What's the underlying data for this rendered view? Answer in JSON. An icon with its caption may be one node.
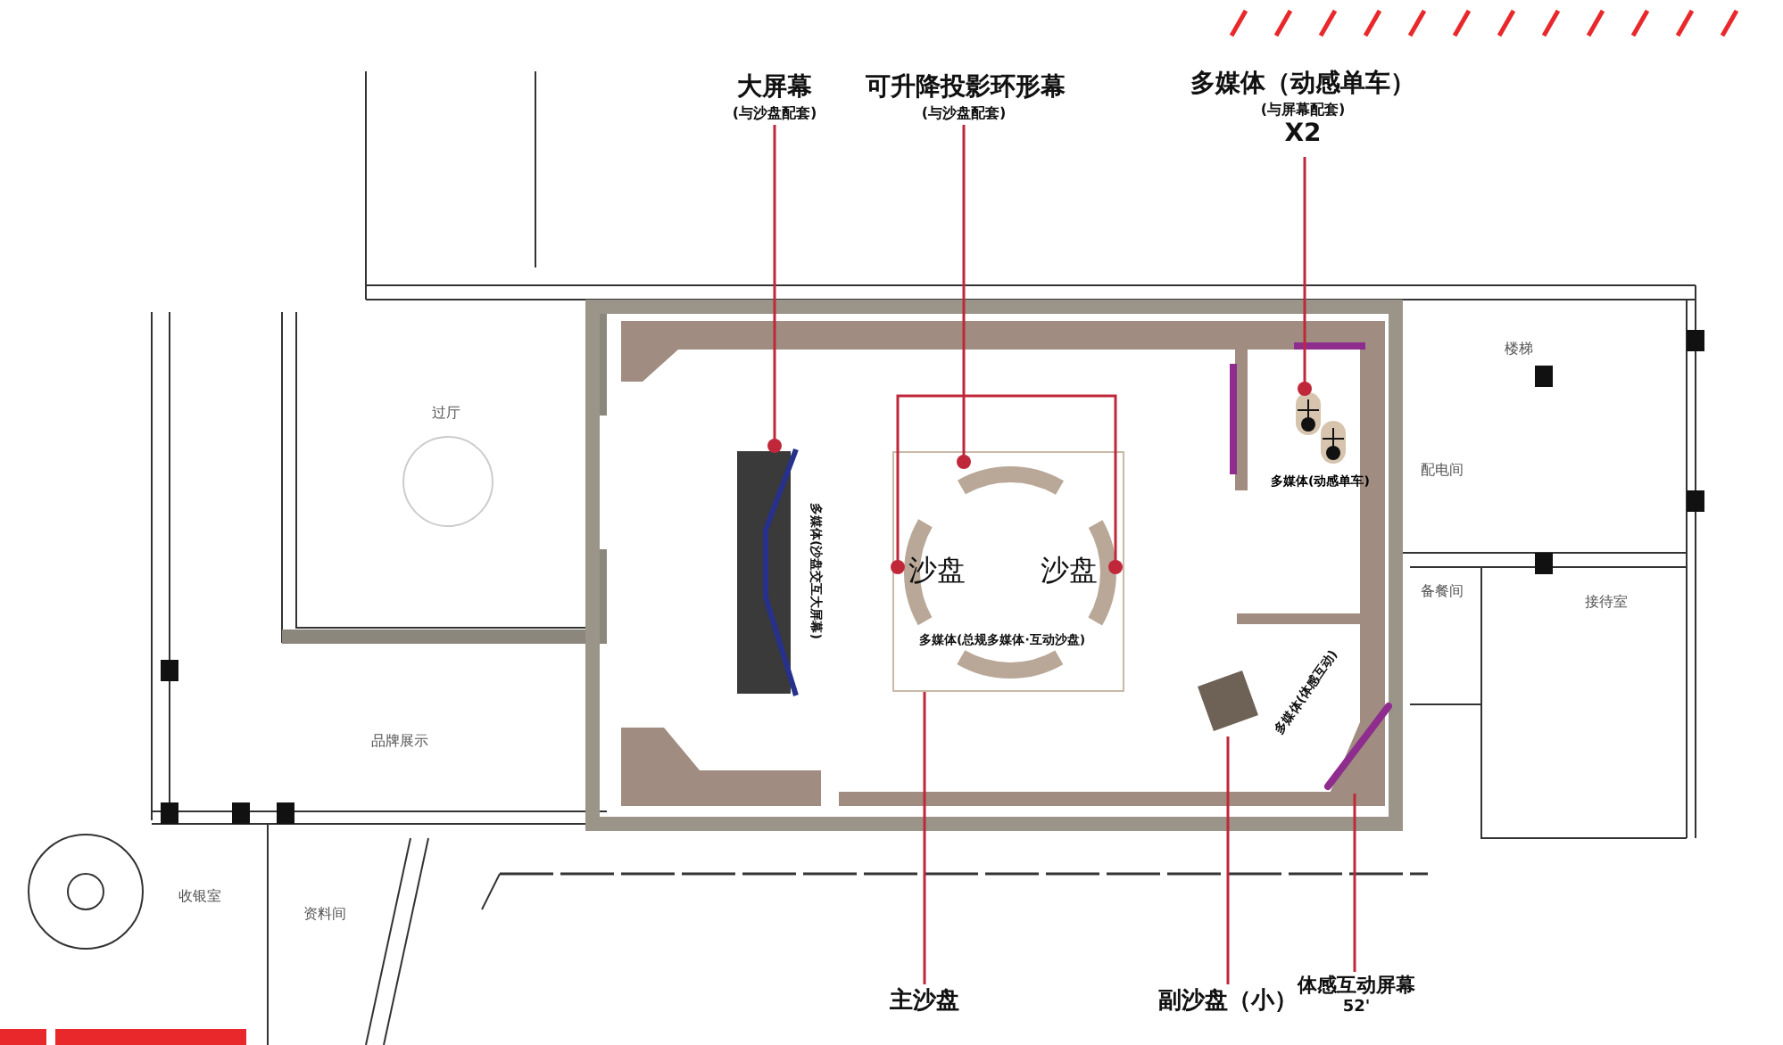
{
  "diagram": {
    "nodes": [
      {
        "text": [
          "大屏幕",
          "(与沙盘配套)"
        ]
      },
      {
        "text": [
          "可升降投影环形幕",
          "(与沙盘配套)"
        ]
      },
      {
        "text": [
          "多媒体（动感单车）",
          "(与屏幕配套)",
          "X2"
        ]
      },
      {
        "text": [],
        "shape": "bar"
      },
      {
        "text": [],
        "shape": "box"
      },
      {
        "text": [
          "沙盘",
          "沙盘",
          "多媒体(总规多媒体·互动沙盘)"
        ],
        "in": 4
      },
      {
        "text": [],
        "shape": "picture",
        "beside": [
          "多媒体(动感单车)"
        ]
      },
      {
        "text": [],
        "shape": "box"
      },
      {
        "text": [],
        "shape": "bar"
      },
      {
        "text": [
          "主沙盘"
        ]
      },
      {
        "text": [
          "副沙盘（小）"
        ]
      },
      {
        "text": [
          "体感互动屏幕",
          "52'"
        ]
      }
    ],
    "edges": [
      {
        "from": 0,
        "to": 3,
        "arrow": "other"
      },
      {
        "from": 1,
        "to": 5,
        "arrow": "other"
      },
      {
        "from": 2,
        "to": 6,
        "arrow": "other"
      },
      {
        "from": 9,
        "to": 4,
        "arrow": "none"
      },
      {
        "from": 10,
        "to": 7,
        "arrow": "none"
      },
      {
        "from": 11,
        "to": 8,
        "arrow": "none"
      }
    ],
    "labels": [
      "过厅",
      "多媒体(沙盘交互大屏幕)",
      "楼梯",
      "配电间",
      "备餐间",
      "接待室",
      "品牌展示",
      "多媒体(体感互动)",
      "收银室",
      "资料间"
    ]
  }
}
